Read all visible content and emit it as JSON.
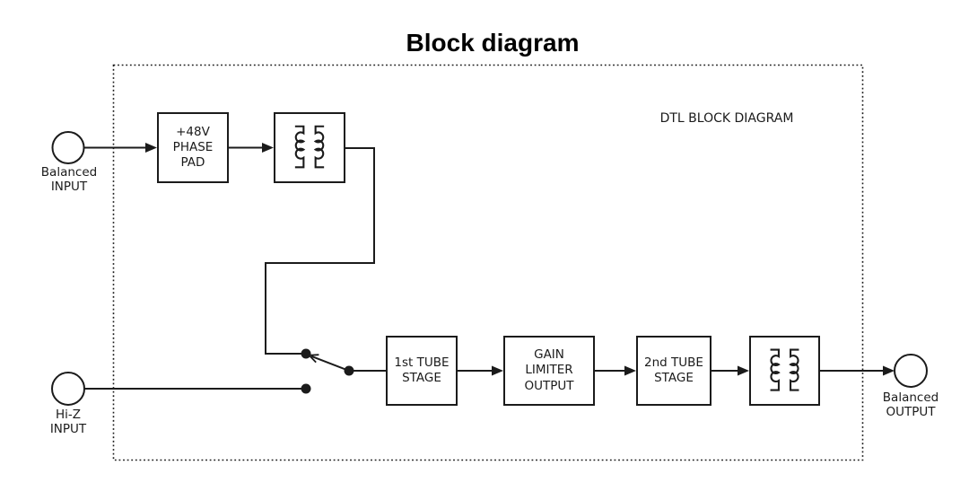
{
  "title": "Block diagram",
  "frame": {
    "label": "DTL BLOCK DIAGRAM"
  },
  "blocks": {
    "phase_pad": "+48V\nPHASE\nPAD",
    "first_tube_stage": "1st TUBE\nSTAGE",
    "gain_limiter": "GAIN\nLIMITER\nOUTPUT",
    "second_tube_stage": "2nd TUBE\nSTAGE"
  },
  "ports": {
    "balanced_input": "Balanced\nINPUT",
    "hiz_input": "Hi-Z\nINPUT",
    "balanced_output": "Balanced\nOUTPUT"
  },
  "icons": {
    "input_transformer": "transformer-coil-icon",
    "output_transformer": "transformer-coil-icon",
    "input_selector": "spdt-switch-icon"
  },
  "colors": {
    "line": "#1b1b1b",
    "background": "#ffffff"
  }
}
